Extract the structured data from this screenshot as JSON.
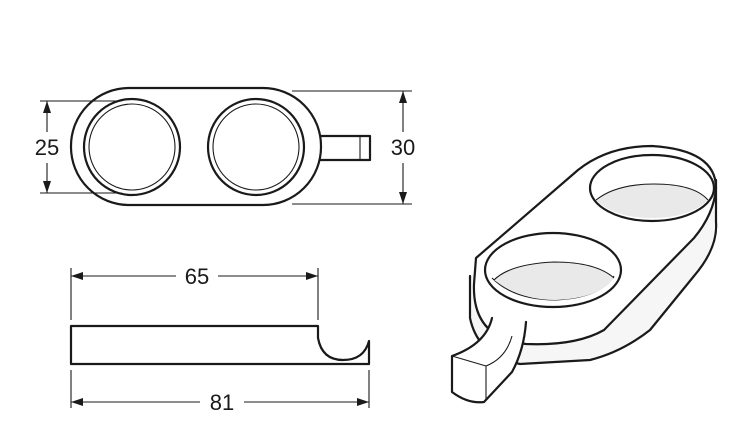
{
  "dimensions": {
    "height_top_left": "25",
    "height_top_right": "30",
    "inner_length": "65",
    "total_length": "81"
  }
}
